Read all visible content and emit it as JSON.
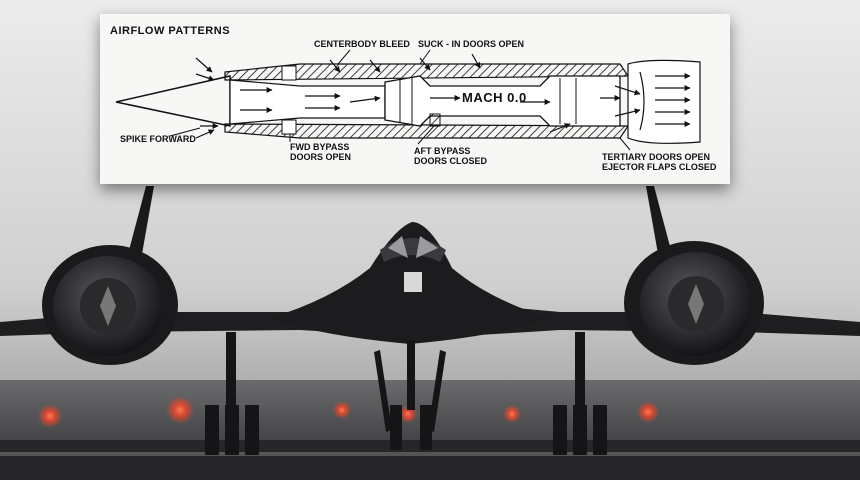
{
  "diagram": {
    "title": "AIRFLOW PATTERNS",
    "labels": {
      "centerbody_bleed": "CENTERBODY BLEED",
      "suck_in_doors": "SUCK - IN DOORS OPEN",
      "mach": "MACH 0.0",
      "spike_forward": "SPIKE FORWARD",
      "fwd_bypass_1": "FWD BYPASS",
      "fwd_bypass_2": "DOORS OPEN",
      "aft_bypass_1": "AFT BYPASS",
      "aft_bypass_2": "DOORS CLOSED",
      "tertiary_1": "TERTIARY DOORS OPEN",
      "tertiary_2": "EJECTOR FLAPS CLOSED"
    }
  },
  "colors": {
    "sky_top": "#e6e6e6",
    "sky_bottom": "#bdbdbd",
    "aircraft": "#1c1c1e",
    "runway": "#3a3a3c",
    "runway_light": "#ff5a3c"
  }
}
